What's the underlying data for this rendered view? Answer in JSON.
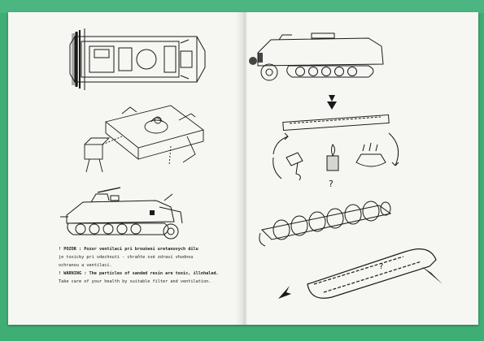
{
  "instruction_sheet": {
    "notices": [
      "! POZOR : Pozor ventilaci pri broušeni uretanovych dilu",
      "je toxicky pri vdechnuti - chraňte své zdraví vhodnou",
      "ochranou a ventilací.",
      "! WARNING : The particles of sanded resin are toxic, illnhaled.",
      "Take care of your health by suitable filter and ventilation."
    ],
    "step_labels": {
      "question_mark_1": "?",
      "question_mark_2": "?"
    }
  },
  "colors": {
    "background_mat": "#3fae74",
    "paper": "#f6f6f2",
    "ink": "#1a1a1a"
  }
}
